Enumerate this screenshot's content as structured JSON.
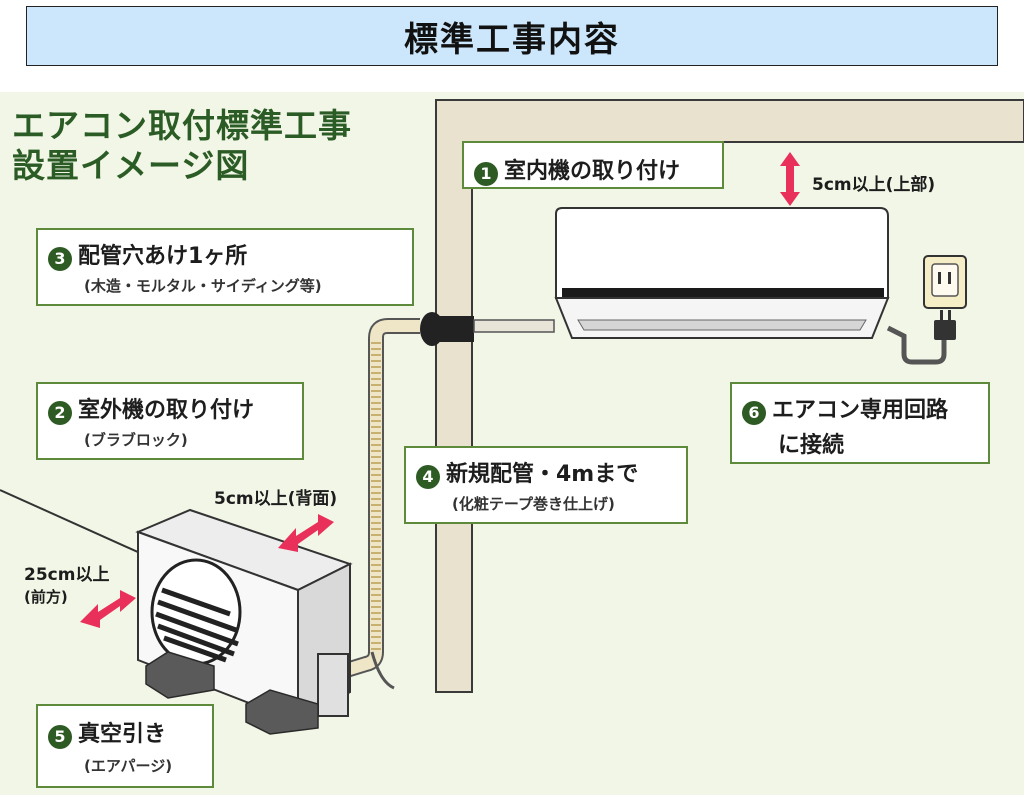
{
  "header": {
    "title": "標準工事内容"
  },
  "diagram": {
    "title_line1": "エアコン取付標準工事",
    "title_line2": "設置イメージ図",
    "steps": [
      {
        "num": "1",
        "label": "室内機の取り付け"
      },
      {
        "num": "2",
        "label": "室外機の取り付け",
        "sub": "(ブラブロック)"
      },
      {
        "num": "3",
        "label": "配管穴あけ1ヶ所",
        "sub": "(木造・モルタル・サイディング等)"
      },
      {
        "num": "4",
        "label": "新規配管・4mまで",
        "sub": "(化粧テープ巻き仕上げ)"
      },
      {
        "num": "5",
        "label": "真空引き",
        "sub": "(エアパージ)"
      },
      {
        "num": "6",
        "label": "エアコン専用回路",
        "label2": "に接続"
      }
    ],
    "clearances": {
      "top": "5cm以上(上部)",
      "back": "5cm以上(背面)",
      "front_line1": "25cm以上",
      "front_line2": "(前方)"
    },
    "colors": {
      "accent_green": "#2e5a24",
      "box_border": "#5d8a3b",
      "arrow": "#e8305a",
      "header_bg": "#cce6fb",
      "scene_bg": "#f1f6e6"
    }
  }
}
